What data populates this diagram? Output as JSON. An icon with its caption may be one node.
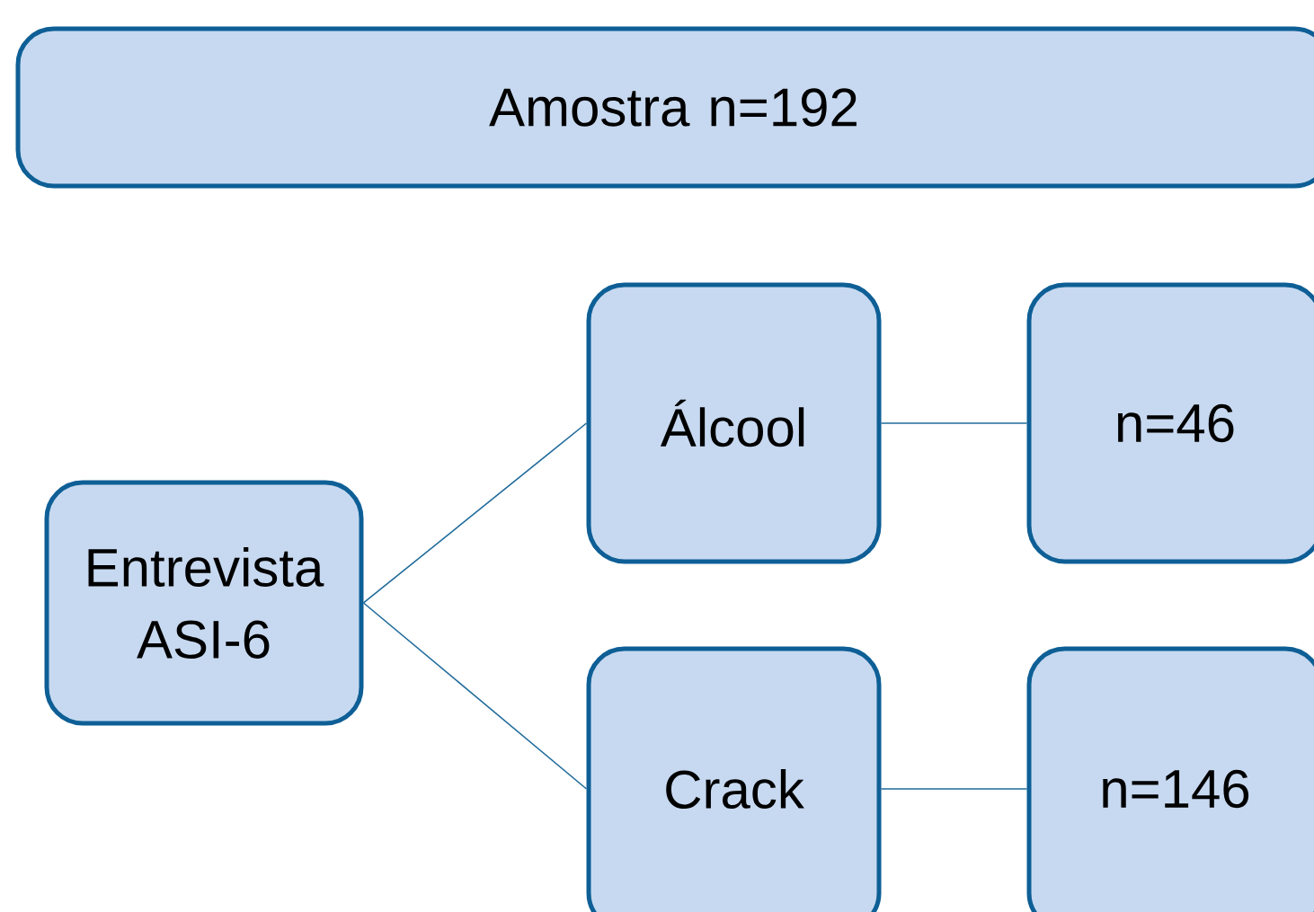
{
  "diagram": {
    "nodes": [
      {
        "text": [
          "Amostra n=192"
        ]
      },
      {
        "text": [
          "Entrevista ASI-6"
        ]
      },
      {
        "text": [
          "Álcool"
        ]
      },
      {
        "text": [
          "Crack"
        ]
      },
      {
        "text": [
          "n=46"
        ]
      },
      {
        "text": [
          "n=146"
        ]
      }
    ],
    "edges": [
      {
        "from": 1,
        "to": 2,
        "arrow": "none"
      },
      {
        "from": 1,
        "to": 3,
        "arrow": "none"
      },
      {
        "from": 2,
        "to": 4,
        "arrow": "none"
      },
      {
        "from": 3,
        "to": 5,
        "arrow": "none"
      }
    ]
  }
}
